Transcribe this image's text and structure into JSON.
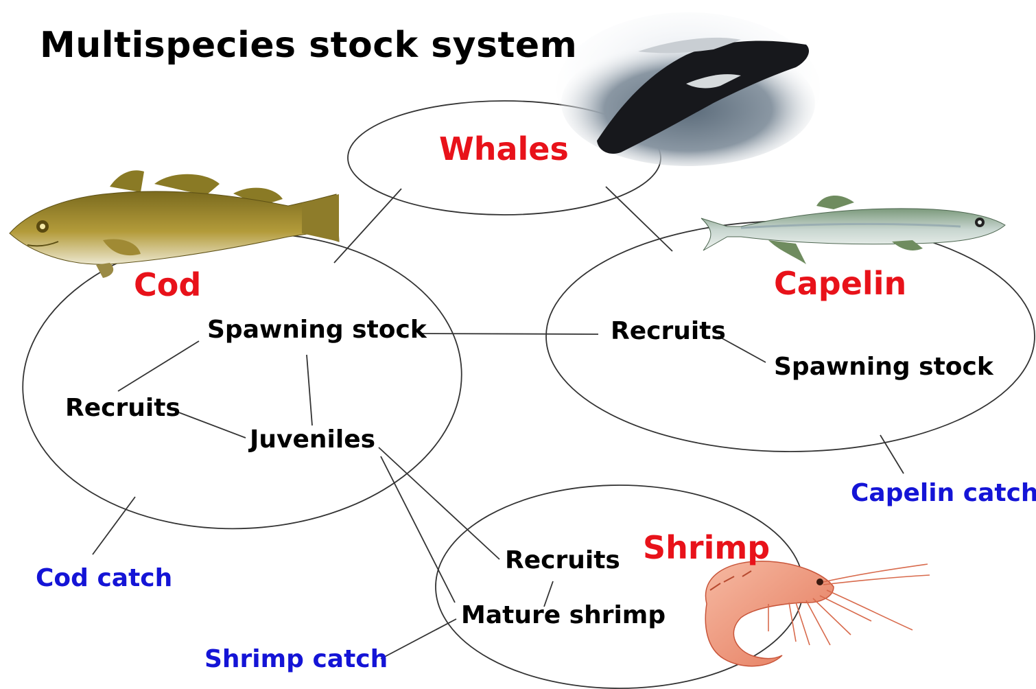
{
  "title": "Multispecies stock system",
  "colors": {
    "species": "#e8121a",
    "stage": "#000000",
    "catch": "#1414d6",
    "ellipse_stroke": "#333333",
    "link": "#333333"
  },
  "species": {
    "whales": {
      "name": "Whales",
      "icon": "whale-image"
    },
    "cod": {
      "name": "Cod",
      "icon": "cod-fish-image",
      "stages": {
        "spawning_stock": "Spawning stock",
        "recruits": "Recruits",
        "juveniles": "Juveniles"
      },
      "catch": "Cod catch"
    },
    "capelin": {
      "name": "Capelin",
      "icon": "capelin-fish-image",
      "stages": {
        "recruits": "Recruits",
        "spawning_stock": "Spawning stock"
      },
      "catch": "Capelin catch"
    },
    "shrimp": {
      "name": "Shrimp",
      "icon": "shrimp-image",
      "stages": {
        "recruits": "Recruits",
        "mature": "Mature shrimp"
      },
      "catch": "Shrimp catch"
    }
  }
}
